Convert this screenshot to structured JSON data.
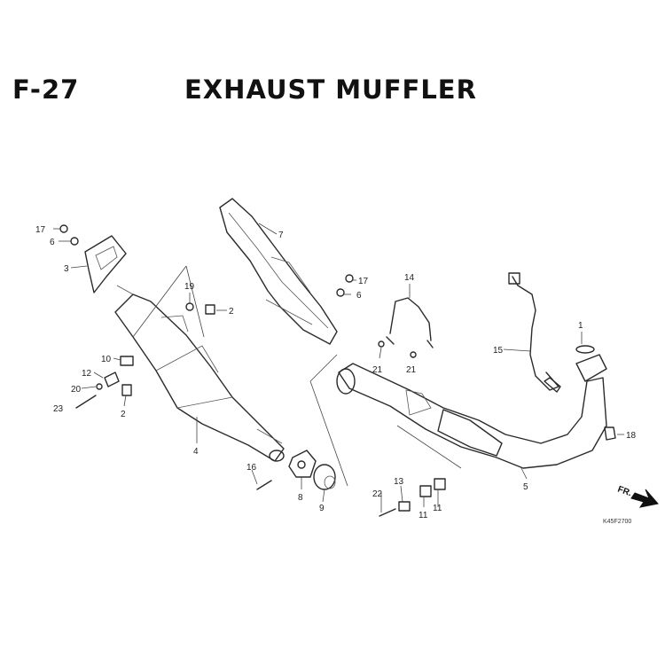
{
  "header": {
    "code": "F-27",
    "title": "EXHAUST MUFFLER"
  },
  "diagram": {
    "ref_code": "K45F2700",
    "direction_label": "FR.",
    "callouts": [
      "1",
      "2",
      "2",
      "3",
      "4",
      "5",
      "6",
      "6",
      "7",
      "8",
      "9",
      "10",
      "11",
      "11",
      "12",
      "13",
      "14",
      "15",
      "16",
      "17",
      "17",
      "18",
      "19",
      "20",
      "21",
      "21",
      "22",
      "23"
    ]
  }
}
